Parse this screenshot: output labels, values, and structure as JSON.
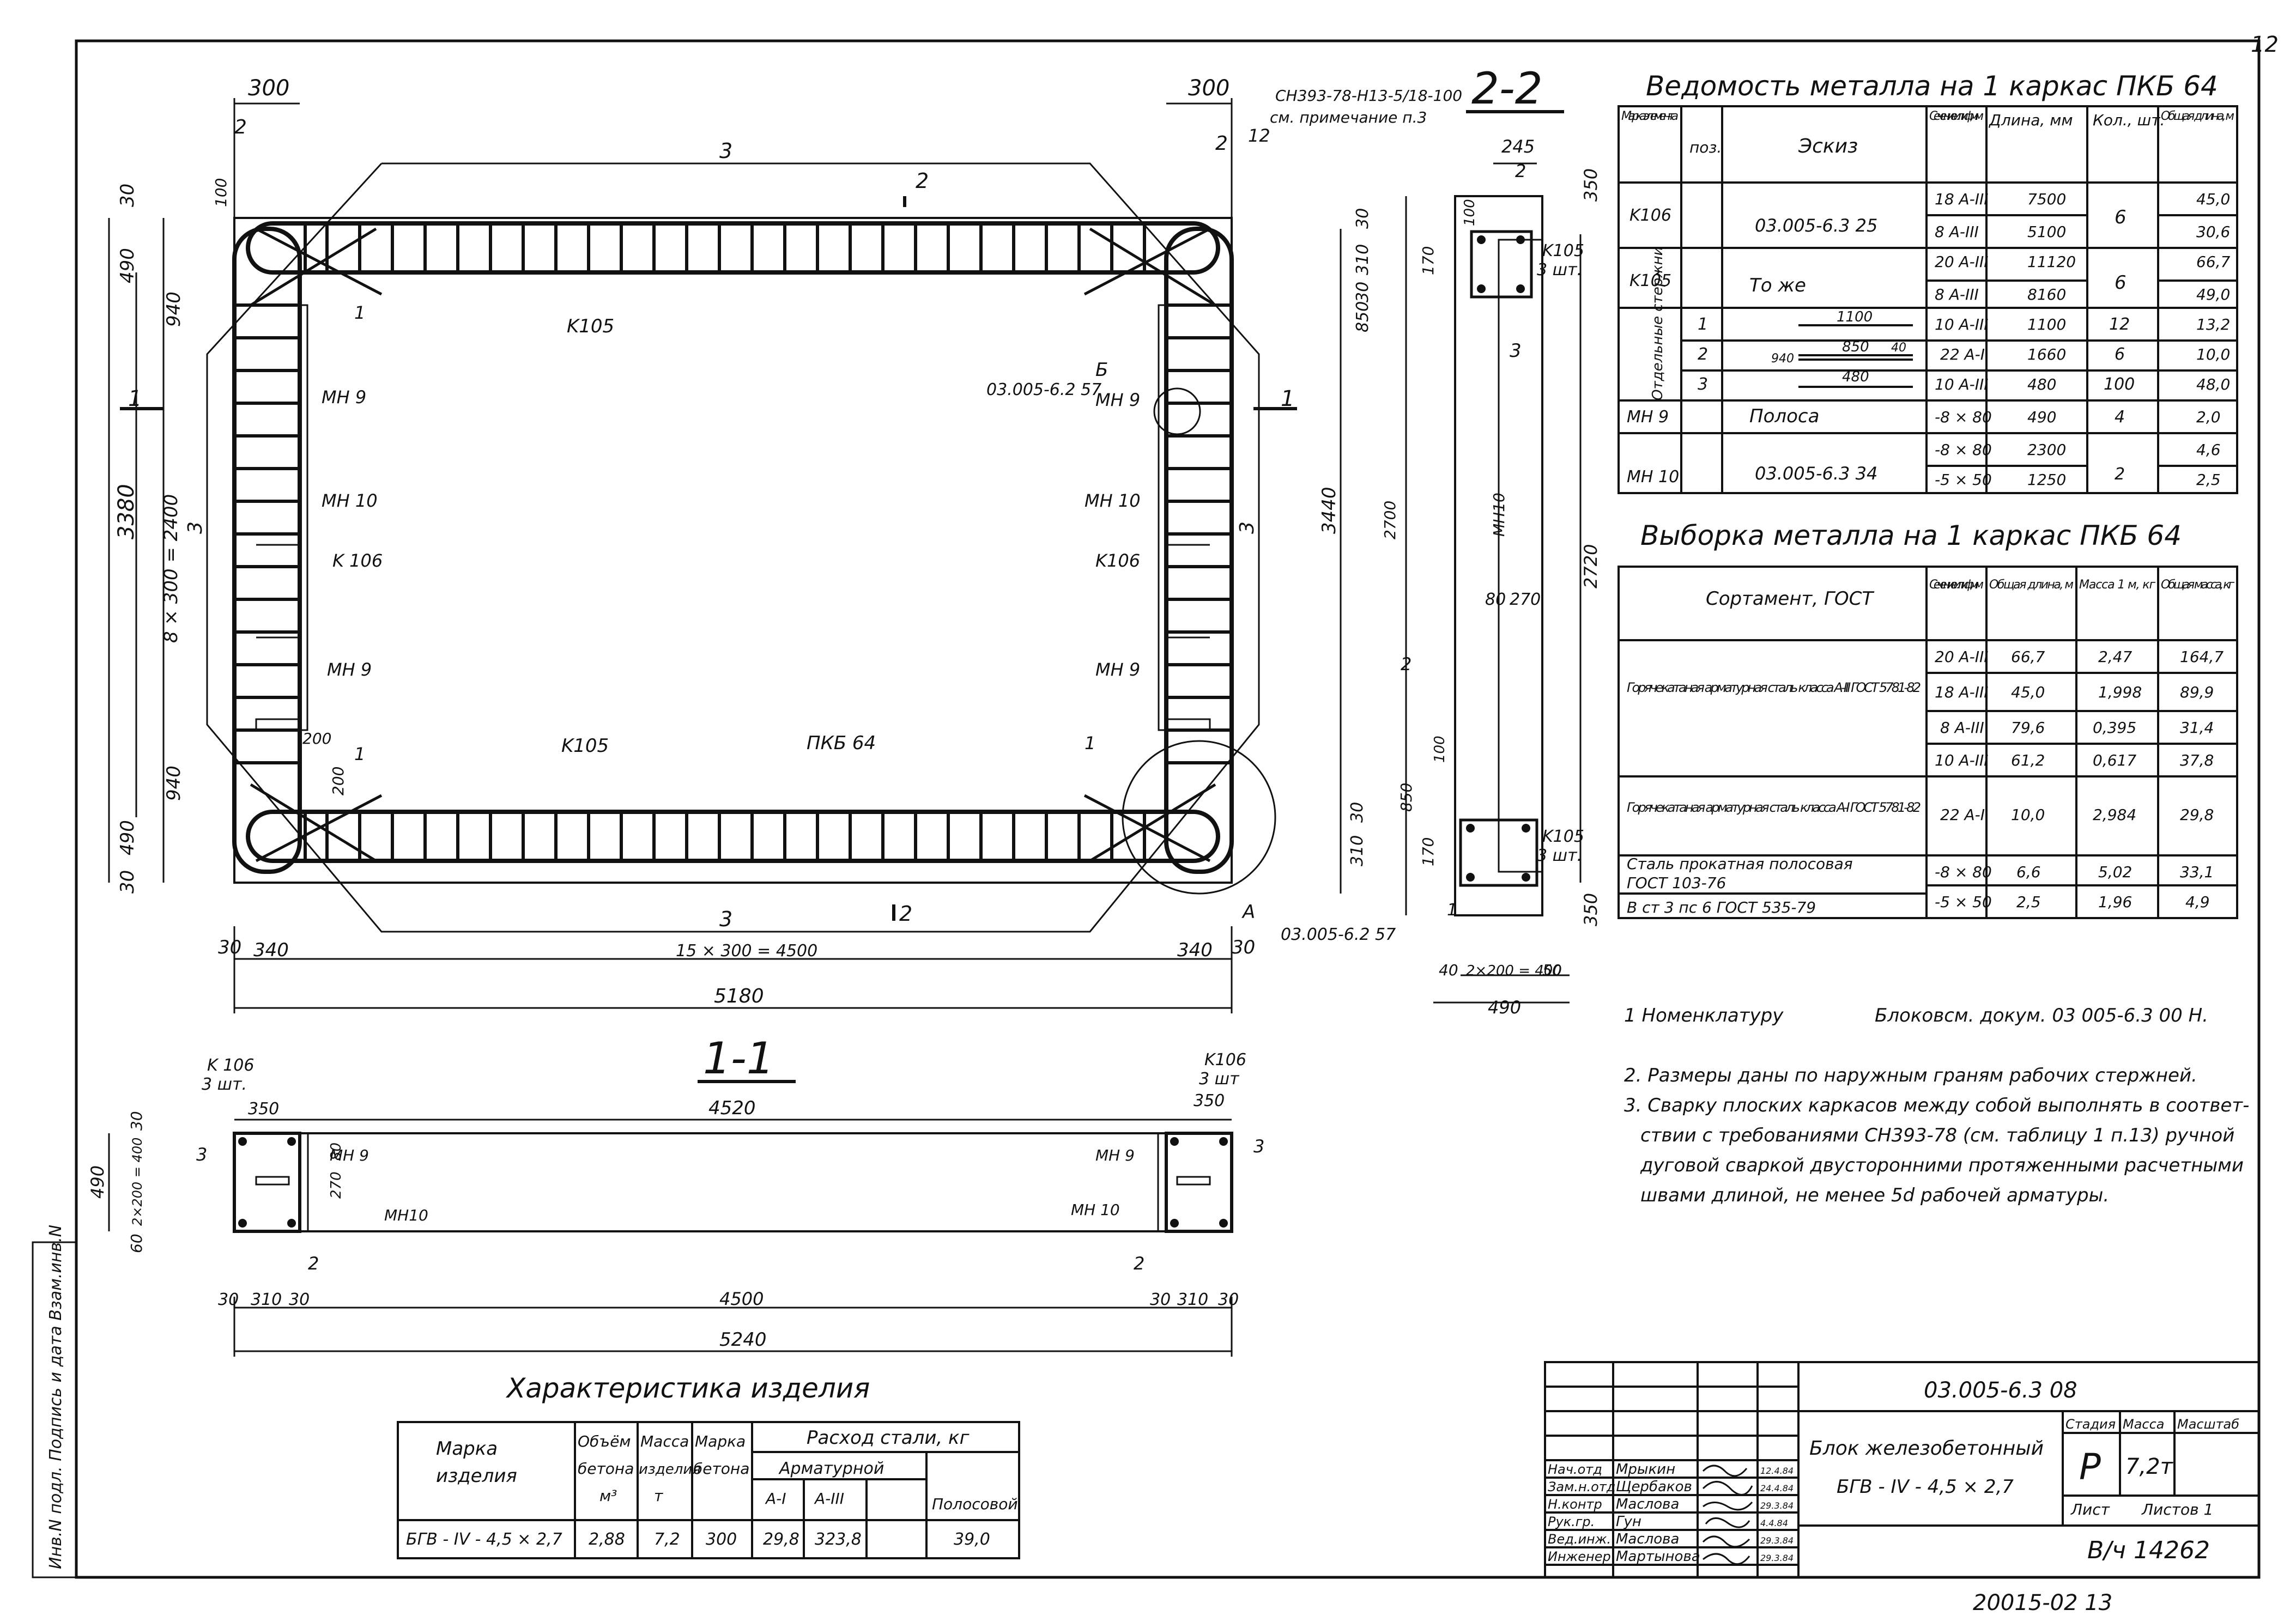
{
  "corner_mark": "12",
  "stamp_bottom": "20015-02  13",
  "side_stamp": "Инв.N подл. Подпись и дата Взам.инв.N",
  "section_22": {
    "title": "2-2",
    "dims": [
      "245",
      "2",
      "350",
      "100",
      "30",
      "310",
      "170",
      "850",
      "30",
      "K105",
      "3 шт.",
      "3440",
      "2700",
      "MH10",
      "80",
      "270",
      "2",
      "100",
      "850",
      "30",
      "310",
      "170",
      "K105",
      "3 шт.",
      "350",
      "2720",
      "40",
      "2×200 = 400",
      "50",
      "490",
      "1",
      "3"
    ]
  },
  "plan": {
    "top_dims": {
      "left": "300",
      "right": "300",
      "note1": "CH393-78-H13-5/18-100",
      "note2": "см. примечание п.3",
      "label2a": "2",
      "label2b": "2",
      "label12": "12"
    },
    "left_dims": [
      "30",
      "100",
      "490",
      "940",
      "3380",
      "8 × 300 = 2400",
      "3",
      "940",
      "490",
      "30"
    ],
    "labels": {
      "k105_top": "K105",
      "k105_bottom": "K105",
      "pkb": "ПКБ 64",
      "mn9_a": "MH 9",
      "mn10_a": "MH 10",
      "k106_a": "K 106",
      "mn9_b": "MH 9",
      "mn9_c": "MH 9",
      "mn10_b": "MH 10",
      "k106_b": "K106",
      "mn9_d": "MH 9",
      "sect1_left": "1",
      "sect1_right": "1",
      "sect2_top": "2",
      "sect2_bottom": "2",
      "bar3_top": "3",
      "bar3_bottom": "3",
      "bar3_left": "3",
      "bar3_right": "3",
      "bar1_a": "1",
      "bar1_b": "1",
      "bar1_c": "1",
      "b_ref": "Б",
      "b_doc": "03.005-6.2  57",
      "a_ref": "А",
      "a_doc": "03.005-6.2  57",
      "d200a": "200",
      "d200b": "200"
    },
    "bottom_dims": {
      "d30": "30",
      "d340": "340",
      "span": "15 × 300 = 4500",
      "d340r": "340",
      "d30r": "30",
      "total": "5180"
    }
  },
  "section_11": {
    "title": "1-1",
    "labels": {
      "k106_l": "K 106",
      "k106_l2": "3 шт.",
      "k106_r": "K106",
      "k106_r2": "3 шт",
      "d350_l": "350",
      "d350_r": "350",
      "d4520": "4520",
      "d30": "30",
      "d490": "490",
      "d2x": "2×200 = 400",
      "d80": "80",
      "d270": "270",
      "d60": "60",
      "mn9_l": "MH 9",
      "mn10_l": "MH10",
      "mn9_r": "MH 9",
      "mn10_r": "MH 10",
      "n3_l": "3",
      "n3_r": "3",
      "n2": "2",
      "n2b": "2"
    },
    "bottom": {
      "a30": "30",
      "a310": "310",
      "a30b": "30",
      "a4500": "4500",
      "b30": "30",
      "b310": "310",
      "b30b": "30",
      "total": "5240"
    }
  },
  "characteristics": {
    "title": "Характеристика изделия",
    "headers": {
      "mark": "Марка",
      "mark2": "изделия",
      "vol": "Объём",
      "vol2": "бетона",
      "vol3": "м³",
      "mass": "Масса",
      "mass2": "изделия",
      "mass3": "т",
      "brand": "Марка",
      "brand2": "бетона",
      "steel": "Расход стали, кг",
      "arm": "Арматурной",
      "a1": "А-I",
      "a3": "А-III",
      "strip": "Полосовой"
    },
    "row": {
      "mark": "БГВ - IV - 4,5 × 2,7",
      "vol": "2,88",
      "mass": "7,2",
      "brand": "300",
      "a1": "29,8",
      "a3": "323,8",
      "strip": "39,0"
    }
  },
  "vedomost": {
    "title": "Ведомость металла на 1 каркас  ПКБ 64",
    "headers": [
      "Марка элемен- та",
      "поз.",
      "Эскиз",
      "Сечение или ф,мм",
      "Длина, мм",
      "Кол., шт.",
      "Общая длина, м"
    ],
    "rows": [
      {
        "mark": "K106",
        "pos": "",
        "sketch": "03.005-6.3  25",
        "sec": "18 A-III",
        "len": "7500",
        "qty": "6",
        "total": "45,0"
      },
      {
        "mark": "",
        "pos": "",
        "sketch": "",
        "sec": "8 A-III",
        "len": "5100",
        "qty": "",
        "total": "30,6"
      },
      {
        "mark": "K105",
        "pos": "",
        "sketch": "То же",
        "sec": "20 A-III",
        "len": "11120",
        "qty": "6",
        "total": "66,7"
      },
      {
        "mark": "",
        "pos": "",
        "sketch": "",
        "sec": "8 A-III",
        "len": "8160",
        "qty": "",
        "total": "49,0"
      },
      {
        "mark": "",
        "pos": "1",
        "sketch": "1100",
        "sec": "10 A-III",
        "len": "1100",
        "qty": "12",
        "total": "13,2"
      },
      {
        "mark": "",
        "pos": "2",
        "sketch": "850",
        "sec": "22 A-I",
        "len": "1660",
        "qty": "6",
        "total": "10,0"
      },
      {
        "mark": "",
        "pos": "3",
        "sketch": "480",
        "sec": "10 A-III",
        "len": "480",
        "qty": "100",
        "total": "48,0"
      },
      {
        "mark": "MH 9",
        "pos": "",
        "sketch": "Полоса",
        "sec": "-8 × 80",
        "len": "490",
        "qty": "4",
        "total": "2,0"
      },
      {
        "mark": "",
        "pos": "",
        "sketch": "",
        "sec": "-8 × 80",
        "len": "2300",
        "qty": "",
        "total": "4,6"
      },
      {
        "mark": "MH 10",
        "pos": "",
        "sketch": "03.005-6.3  34",
        "sec": "-5 × 50",
        "len": "1250",
        "qty": "2",
        "total": "2,5"
      }
    ],
    "group_label": "Отдельные стержни",
    "sketch2_extra": [
      "940",
      "40"
    ]
  },
  "vyborka": {
    "title": "Выборка металла на 1 каркас  ПКБ 64",
    "headers": [
      "Сортамент, ГОСТ",
      "Сечение или ф,мм",
      "Общая длина, м",
      "Масса 1 м, кг",
      "Общая масса, кг"
    ],
    "group1": "Горячекатаная арматурная сталь класса А-III ГОСТ 5781-82",
    "group2": "Горячекатаная арматурная сталь класса А-I  ГОСТ 5781-82",
    "group3a": "Сталь прокатная полосовая",
    "group3b": "ГОСТ 103-76",
    "group3c": "В ст 3 пс 6  ГОСТ 535-79",
    "rows": [
      {
        "sec": "20 A-III",
        "len": "66,7",
        "m1": "2,47",
        "tot": "164,7"
      },
      {
        "sec": "18 A-III",
        "len": "45,0",
        "m1": "1,998",
        "tot": "89,9"
      },
      {
        "sec": "8 A-III",
        "len": "79,6",
        "m1": "0,395",
        "tot": "31,4"
      },
      {
        "sec": "10 A-III",
        "len": "61,2",
        "m1": "0,617",
        "tot": "37,8"
      },
      {
        "sec": "22 A-I",
        "len": "10,0",
        "m1": "2,984",
        "tot": "29,8"
      },
      {
        "sec": "-8 × 80",
        "len": "6,6",
        "m1": "5,02",
        "tot": "33,1"
      },
      {
        "sec": "-5 × 50",
        "len": "2,5",
        "m1": "1,96",
        "tot": "4,9"
      }
    ]
  },
  "notes": {
    "n1a": "1  Номенклатуру",
    "n1b": "Блоковсм. докум. 03 005-6.3  00 Н.",
    "n2": "2. Размеры даны по наружным граням рабочих стержней.",
    "n3a": "3. Сварку плоских каркасов между собой выполнять в соответ-",
    "n3b": "ствии с требованиями СН393-78 (см. таблицу 1 п.13) ручной",
    "n3c": "дуговой сваркой двусторонними протяженными расчетными",
    "n3d": "швами длиной, не менее 5d рабочей арматуры."
  },
  "title_block": {
    "doc": "03.005-6.3  08",
    "name1": "Блок железобетонный",
    "name2": "БГВ - IV - 4,5 × 2,7",
    "stage_h": "Стадия",
    "mass_h": "Масса",
    "scale_h": "Масштаб",
    "stage": "Р",
    "mass": "7,2т",
    "sheet_h": "Лист",
    "sheets_h": "Листов  1",
    "code": "В/ч 14262",
    "people": [
      {
        "role": "Нач.отд",
        "name": "Мрыкин",
        "date": "12.4.84"
      },
      {
        "role": "Зам.н.отд",
        "name": "Щербаков",
        "date": "24.4.84"
      },
      {
        "role": "Н.контр",
        "name": "Маслова",
        "date": "29.3.84"
      },
      {
        "role": "Рук.гр.",
        "name": "Гун",
        "date": "4.4.84"
      },
      {
        "role": "Вед.инж.",
        "name": "Маслова",
        "date": "29.3.84"
      },
      {
        "role": "Инженер",
        "name": "Мартынова",
        "date": "29.3.84"
      }
    ]
  }
}
